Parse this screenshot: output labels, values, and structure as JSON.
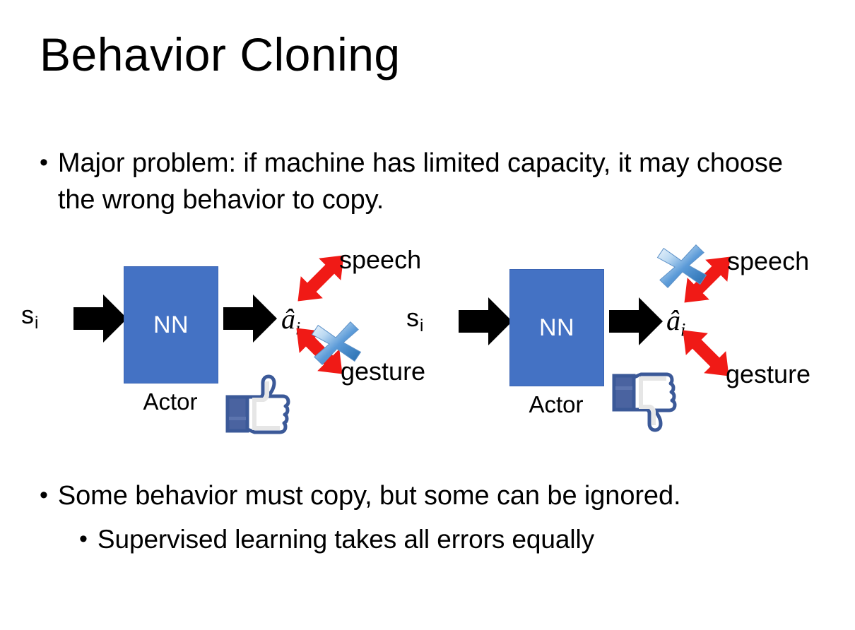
{
  "slide": {
    "title": "Behavior Cloning",
    "background_color": "#FFFFFF"
  },
  "bullets": {
    "top": {
      "marker": "•",
      "text": "Major problem: if machine has limited capacity, it may choose the wrong behavior to copy."
    },
    "bottom": [
      {
        "marker": "•",
        "level": 1,
        "text": "Some behavior must copy, but some can be ignored."
      },
      {
        "marker": "•",
        "level": 2,
        "text": "Supervised learning takes all errors equally"
      }
    ]
  },
  "colors": {
    "nn_box_fill": "#4472C4",
    "nn_box_border": "#3A64B4",
    "nn_text": "#FFFFFF",
    "arrow_black": "#000000",
    "arrow_red": "#F01A16",
    "cross_blue_light": "#CFE2F7",
    "cross_blue_dark": "#2E74B5",
    "thumb_outline": "#3B5998",
    "thumb_cuff": "#4A63A0",
    "thumb_fill": "#FFFFFF",
    "thumb_shadow": "#E4E4E4"
  },
  "diagrams": [
    {
      "id": "left",
      "state_label": {
        "base": "s",
        "subscript": "i"
      },
      "input_arrow": {
        "icon": "block-arrow-right",
        "direction": "right"
      },
      "network": {
        "label": "NN",
        "caption": "Actor"
      },
      "output_arrow": {
        "icon": "block-arrow-right",
        "direction": "right"
      },
      "action_label": {
        "base": "â",
        "subscript": "i"
      },
      "branches": [
        {
          "name": "speech",
          "label": "speech",
          "arrow": {
            "icon": "double-arrow-diagonal",
            "direction": "up-right"
          },
          "crossed_out": false
        },
        {
          "name": "gesture",
          "label": "gesture",
          "arrow": {
            "icon": "double-arrow-diagonal",
            "direction": "down-right"
          },
          "crossed_out": true
        }
      ],
      "verdict": {
        "icon": "thumbs-up-icon",
        "value": "approve"
      }
    },
    {
      "id": "right",
      "state_label": {
        "base": "s",
        "subscript": "i"
      },
      "input_arrow": {
        "icon": "block-arrow-right",
        "direction": "right"
      },
      "network": {
        "label": "NN",
        "caption": "Actor"
      },
      "output_arrow": {
        "icon": "block-arrow-right",
        "direction": "right"
      },
      "action_label": {
        "base": "â",
        "subscript": "i"
      },
      "branches": [
        {
          "name": "speech",
          "label": "speech",
          "arrow": {
            "icon": "double-arrow-diagonal",
            "direction": "up-right"
          },
          "crossed_out": true
        },
        {
          "name": "gesture",
          "label": "gesture",
          "arrow": {
            "icon": "double-arrow-diagonal",
            "direction": "down-right"
          },
          "crossed_out": false
        }
      ],
      "verdict": {
        "icon": "thumbs-down-icon",
        "value": "reject"
      }
    }
  ]
}
